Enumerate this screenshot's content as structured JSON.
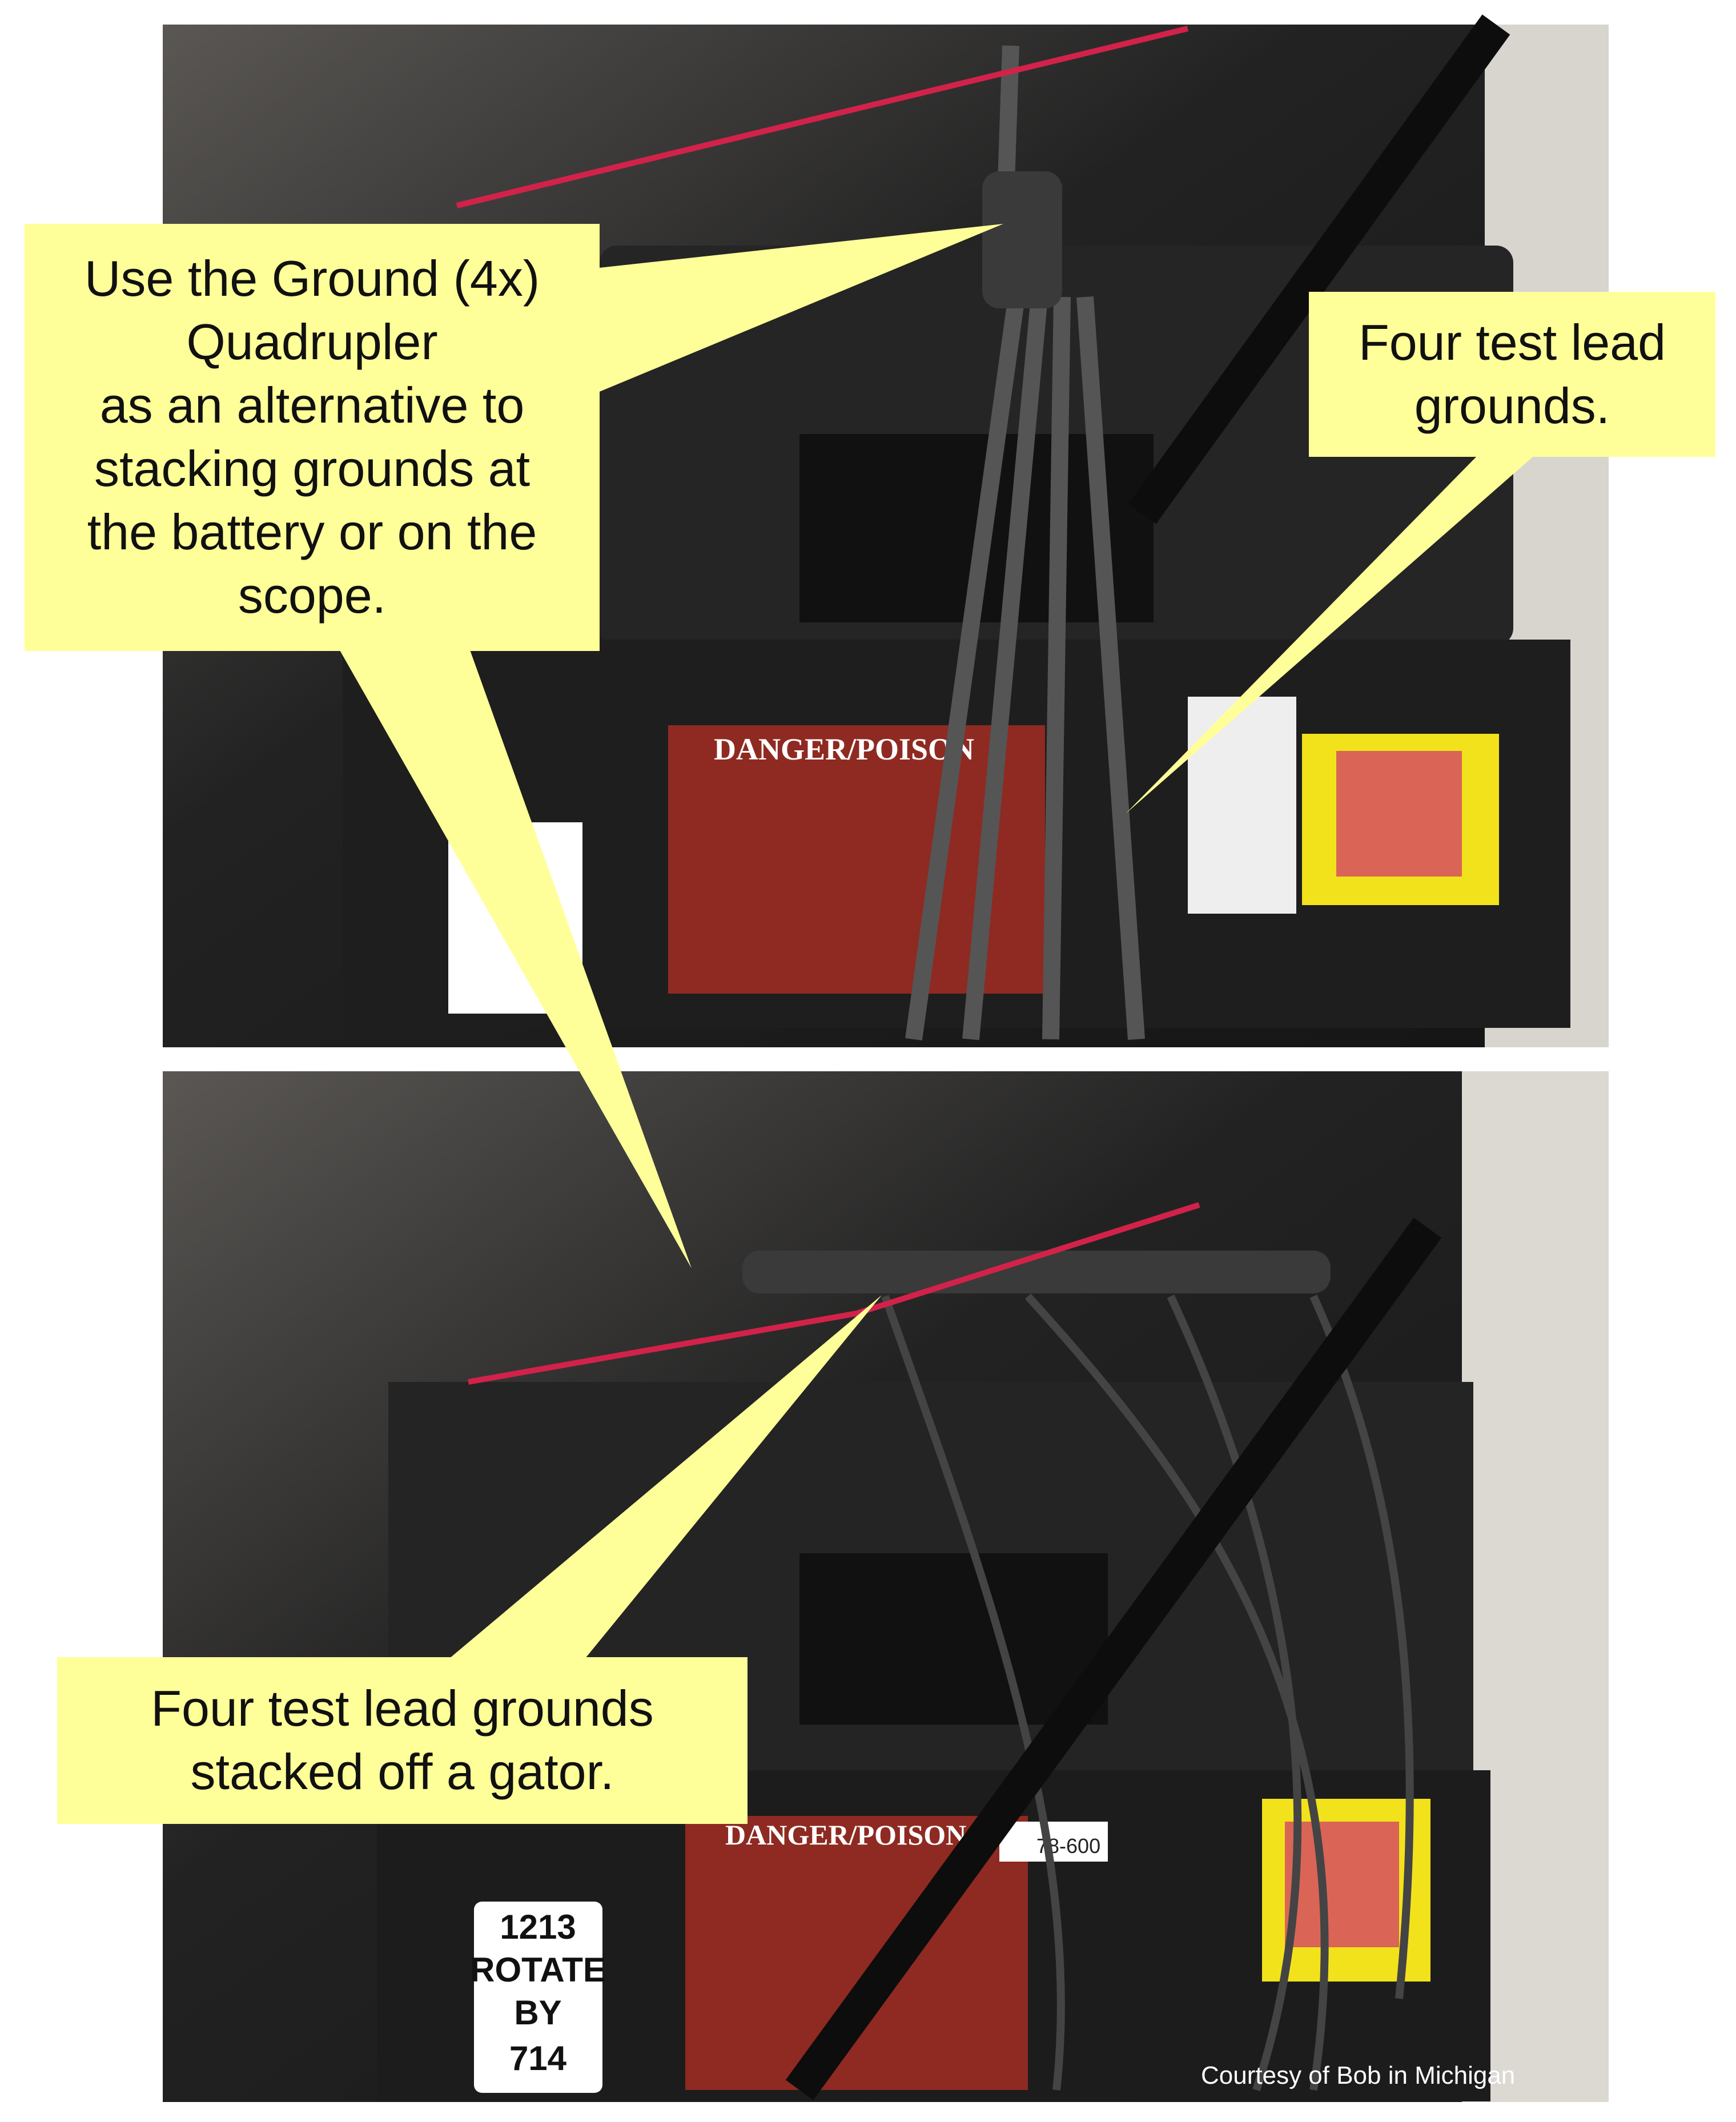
{
  "callouts": {
    "quadrupler": [
      "Use the Ground (4x)",
      "Quadrupler",
      "as an alternative to",
      "stacking grounds at",
      "the battery or on the",
      "scope."
    ],
    "four_grounds_top": [
      "Four test lead",
      "grounds."
    ],
    "stacked": [
      "Four test lead grounds",
      "stacked off a gator."
    ]
  },
  "photo_labels": {
    "top_danger": "DANGER/POISON",
    "bottom_danger": "DANGER/POISON",
    "rotate_label": [
      "1213",
      "ROTATE",
      "BY",
      "714"
    ],
    "part_no": "78-600"
  },
  "credit": "Courtesy of Bob in Michigan",
  "colors": {
    "callout": "#ffff99",
    "photo_dark": "#1c1c1c",
    "label_red": "#8e2a22",
    "qr_yellow": "#f2e21c"
  }
}
